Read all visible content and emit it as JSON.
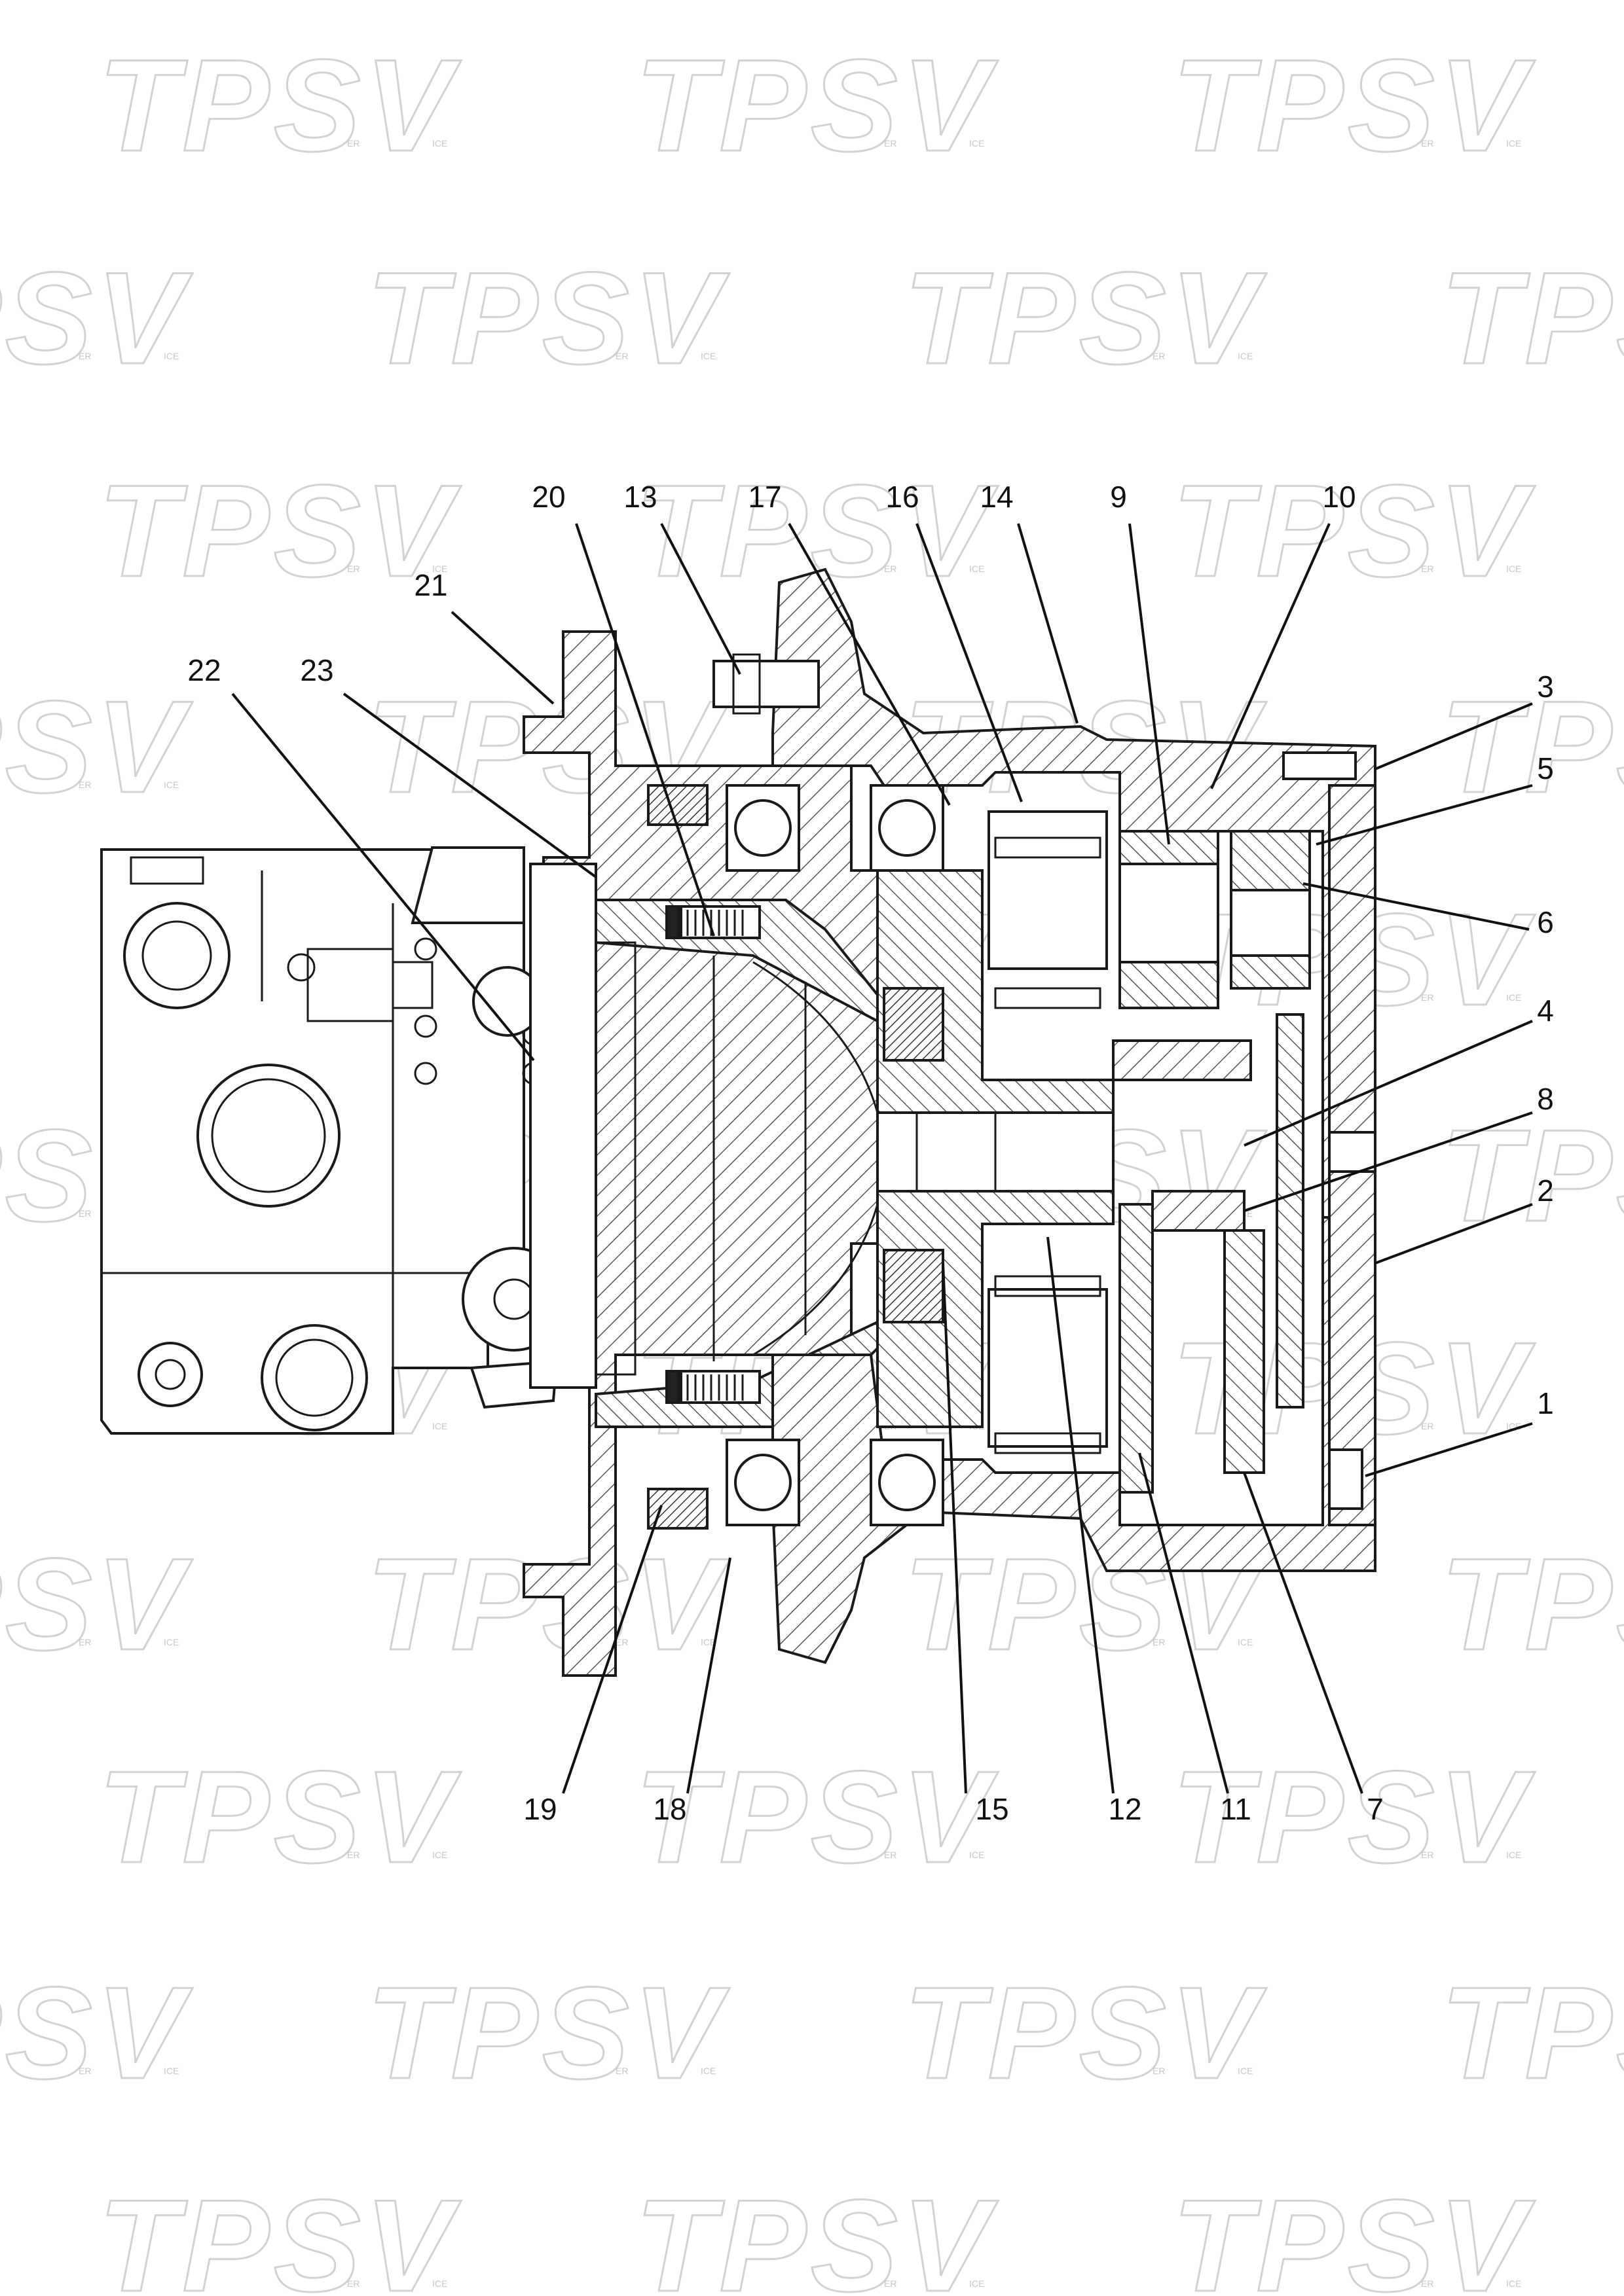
{
  "watermark": {
    "text": "TPSV",
    "sub_left": "ER",
    "sub_right": "ICE"
  },
  "colors": {
    "line": "#1a1a1a",
    "hatch": "#555555",
    "watermark": "#d2d2d2",
    "background": "#ffffff"
  },
  "callouts": [
    {
      "id": "c20",
      "text": "20"
    },
    {
      "id": "c13",
      "text": "13"
    },
    {
      "id": "c17",
      "text": "17"
    },
    {
      "id": "c16",
      "text": "16"
    },
    {
      "id": "c14",
      "text": "14"
    },
    {
      "id": "c9",
      "text": "9"
    },
    {
      "id": "c10",
      "text": "10"
    },
    {
      "id": "c21",
      "text": "21"
    },
    {
      "id": "c22",
      "text": "22"
    },
    {
      "id": "c23",
      "text": "23"
    },
    {
      "id": "c3",
      "text": "3"
    },
    {
      "id": "c5",
      "text": "5"
    },
    {
      "id": "c6",
      "text": "6"
    },
    {
      "id": "c4",
      "text": "4"
    },
    {
      "id": "c8",
      "text": "8"
    },
    {
      "id": "c2",
      "text": "2"
    },
    {
      "id": "c1",
      "text": "1"
    },
    {
      "id": "c19",
      "text": "19"
    },
    {
      "id": "c18",
      "text": "18"
    },
    {
      "id": "c15",
      "text": "15"
    },
    {
      "id": "c12",
      "text": "12"
    },
    {
      "id": "c11",
      "text": "11"
    },
    {
      "id": "c7",
      "text": "7"
    }
  ]
}
